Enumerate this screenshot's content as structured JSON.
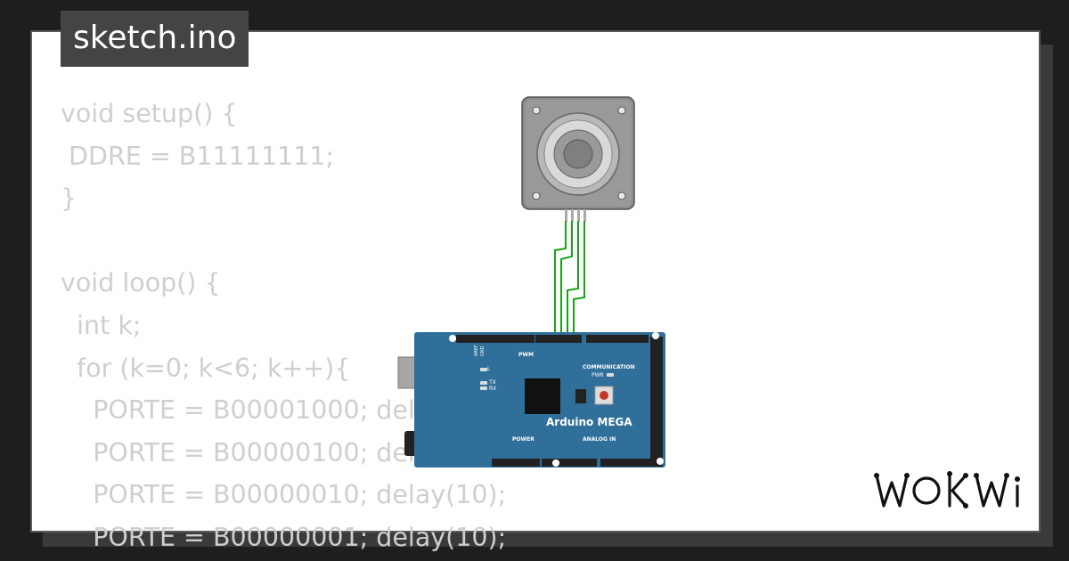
{
  "tab": {
    "filename": "sketch.ino"
  },
  "code_lines": [
    "void setup() {",
    " DDRE = B11111111;",
    "}",
    "",
    "void loop() {",
    "  int k;",
    "  for (k=0; k<6; k++){",
    "    PORTE = B00001000; delay(10);",
    "    PORTE = B00000100; delay(10);",
    "    PORTE = B00000010; delay(10);",
    "    PORTE = B00000001; delay(10);"
  ],
  "board": {
    "name": "Arduino MEGA",
    "labels": {
      "pwm": "PWM",
      "communication": "COMMUNICATION",
      "power": "POWER",
      "analog_in": "ANALOG IN",
      "led_l": "L",
      "led_tx": "TX",
      "led_rx": "RX",
      "pwr": "PWR",
      "aref": "AREF",
      "gnd": "GND"
    },
    "colors": {
      "pcb": "#2f6f99",
      "wire": "#1aa01a"
    }
  },
  "motor": {
    "icon": "stepper-motor-icon"
  },
  "brand": {
    "logo": "WOKWi"
  }
}
